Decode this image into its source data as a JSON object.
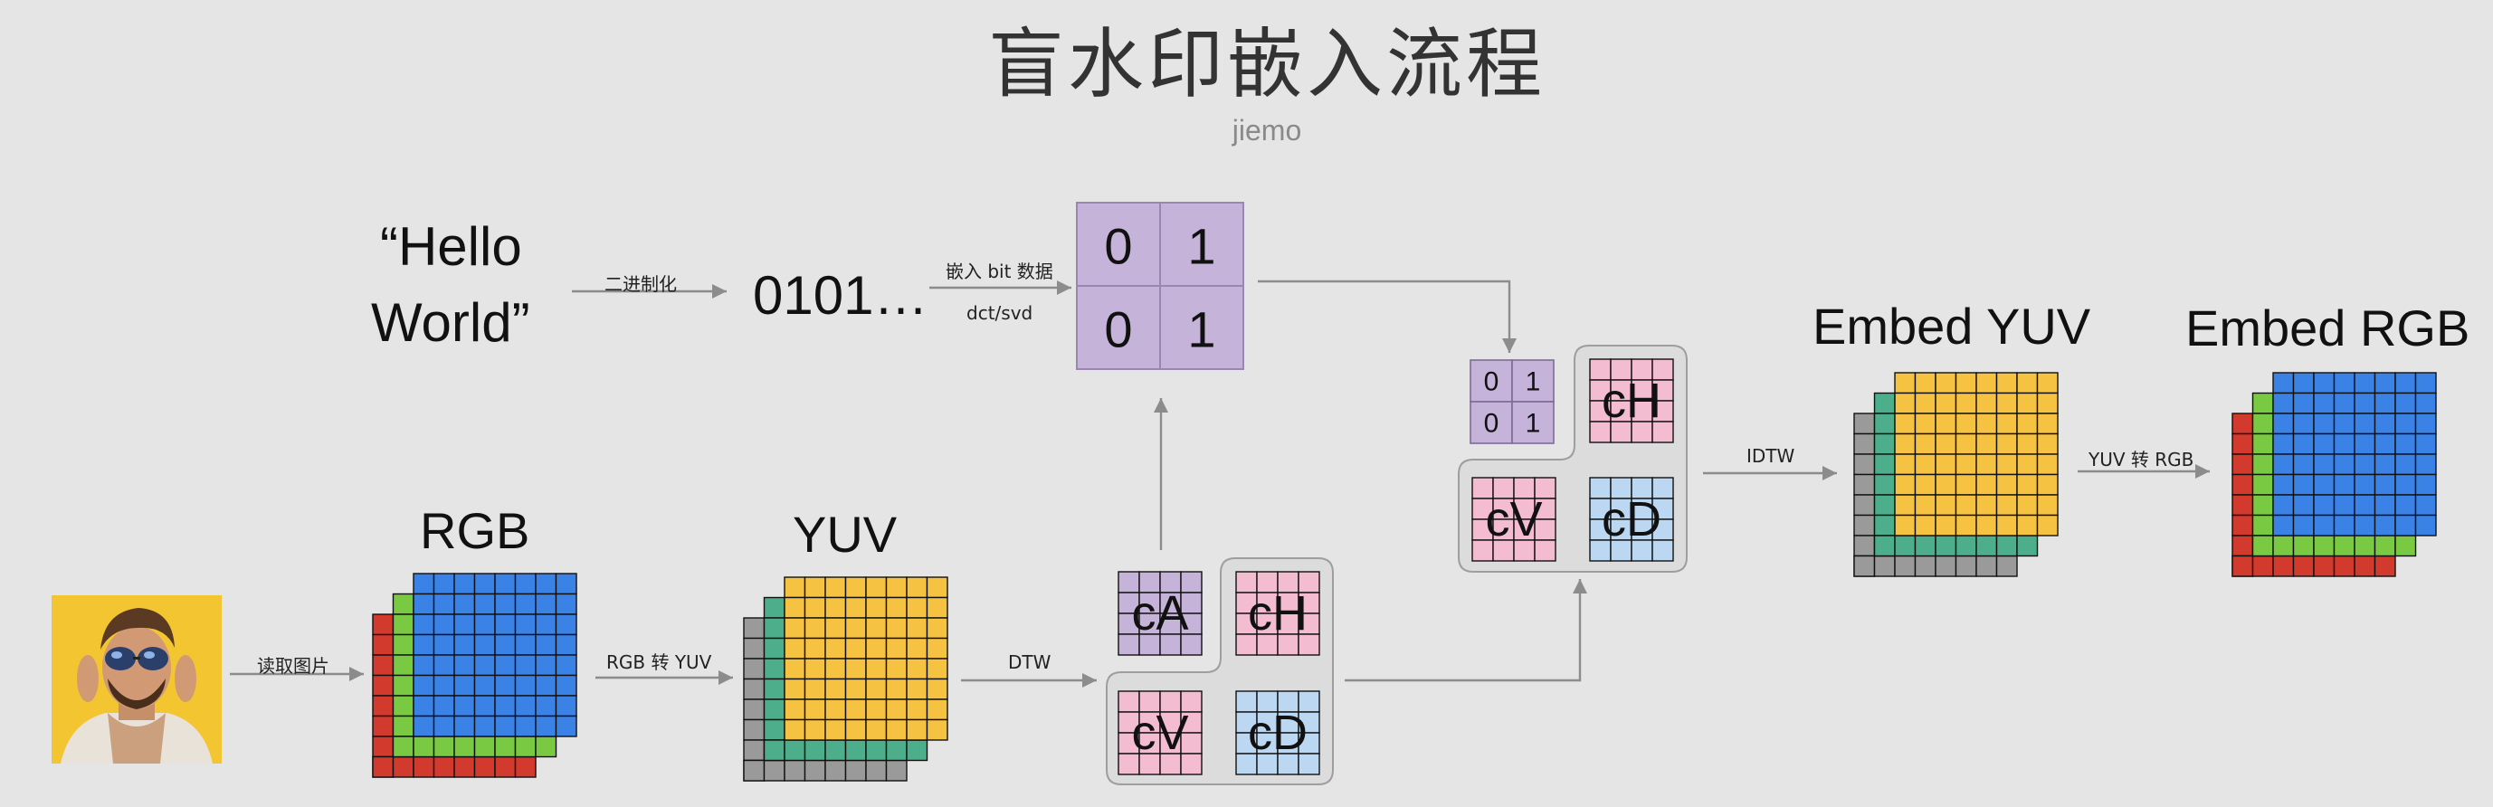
{
  "title": "盲水印嵌入流程",
  "subtitle": "jiemo",
  "message": {
    "line1": "“Hello",
    "line2": "World”"
  },
  "bits_text": "0101…",
  "bit_grid": [
    "0",
    "1",
    "0",
    "1"
  ],
  "edges": {
    "binarize": "二进制化",
    "embed": "嵌入 bit 数据",
    "method": "dct/svd",
    "read": "读取图片",
    "rgb_to_yuv": "RGB 转 YUV",
    "dtw": "DTW",
    "idtw": "IDTW",
    "yuv_to_rgb": "YUV 转 RGB"
  },
  "blocks": {
    "rgb": "RGB",
    "yuv": "YUV",
    "embed_yuv": "Embed YUV",
    "embed_rgb": "Embed RGB"
  },
  "subbands": {
    "ca": "cA",
    "ch": "cH",
    "cv": "cV",
    "cd": "cD"
  },
  "colors": {
    "background": "#e5e5e5",
    "red": "#d23a2e",
    "green": "#7ac943",
    "blue": "#3b82e6",
    "yellow": "#f5c242",
    "teal": "#4cae8a",
    "gray": "#9a9a9a",
    "purple": "#c6b3d9",
    "pink": "#f4bcd0",
    "light_blue": "#bcd7f2",
    "panel": "#dcdcdc",
    "arrow": "#8c8c8c"
  }
}
